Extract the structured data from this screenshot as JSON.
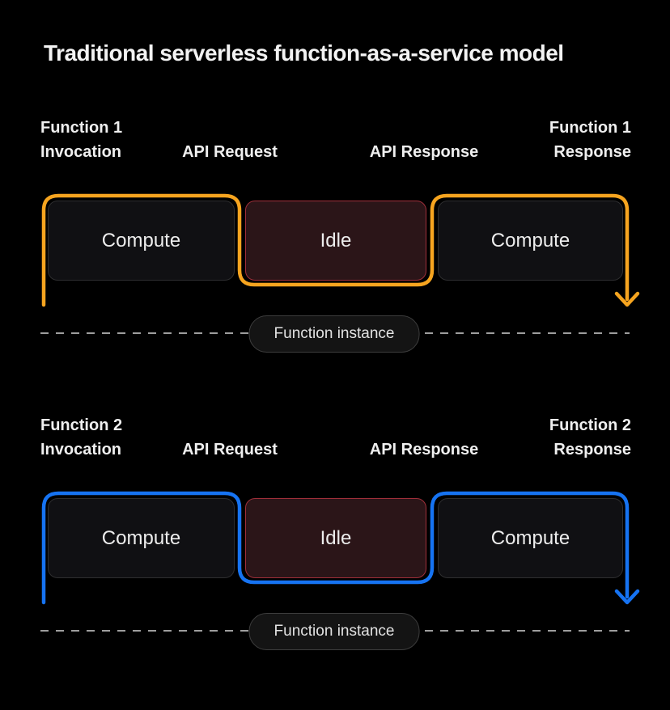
{
  "title": "Traditional serverless function-as-a-service model",
  "colors": {
    "background": "#000000",
    "function1_accent": "#F6A41F",
    "function2_accent": "#1673F2",
    "idle_border": "#A12F3A",
    "idle_fill": "#2B1518",
    "compute_border": "#2E2E30",
    "compute_fill": "#101013",
    "dash_line": "#9E9E9E"
  },
  "rows": [
    {
      "name": "Function 1 timeline",
      "accent": "#F6A41F",
      "labels": {
        "left_top": "Function 1",
        "left_bottom": "Invocation",
        "api_request": "API Request",
        "api_response": "API Response",
        "right_top": "Function 1",
        "right_bottom": "Response"
      },
      "boxes": [
        {
          "label": "Compute"
        },
        {
          "label": "Idle"
        },
        {
          "label": "Compute"
        }
      ],
      "instance_label": "Function instance"
    },
    {
      "name": "Function 2 timeline",
      "accent": "#1673F2",
      "labels": {
        "left_top": "Function 2",
        "left_bottom": "Invocation",
        "api_request": "API Request",
        "api_response": "API Response",
        "right_top": "Function 2",
        "right_bottom": "Response"
      },
      "boxes": [
        {
          "label": "Compute"
        },
        {
          "label": "Idle"
        },
        {
          "label": "Compute"
        }
      ],
      "instance_label": "Function instance"
    }
  ]
}
